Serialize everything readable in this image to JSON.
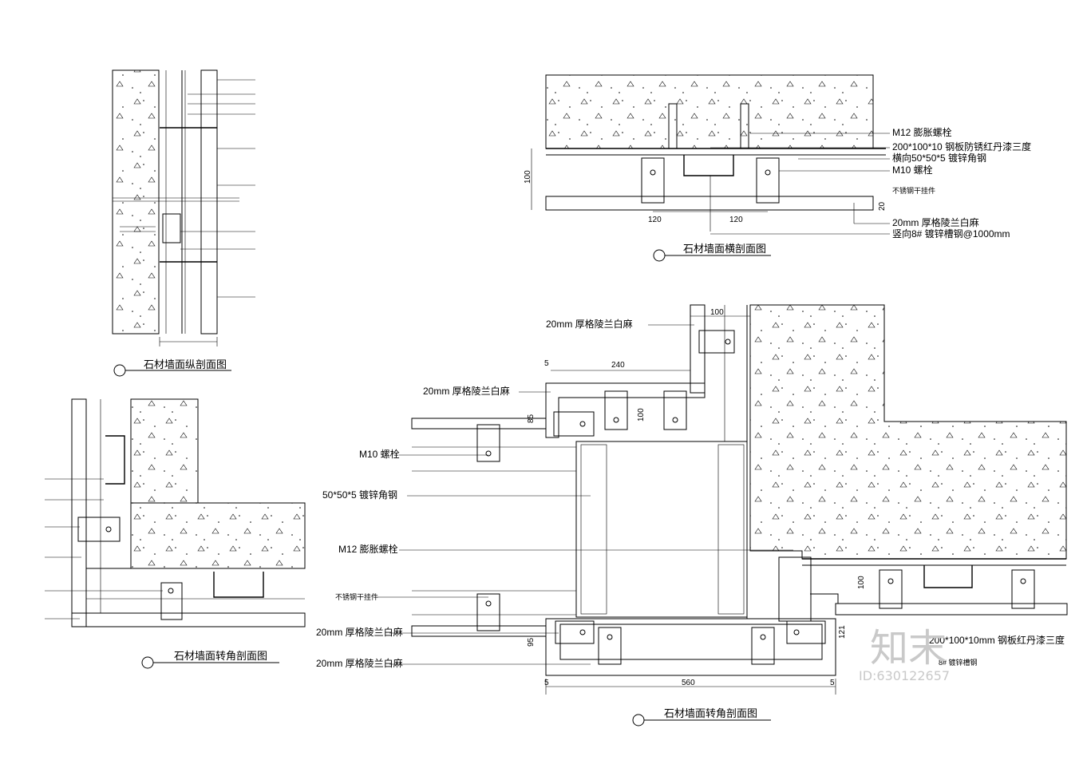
{
  "drawings": {
    "top_left": {
      "title": "石材墙面纵剖面图",
      "notes": [
        "",
        "",
        "",
        "",
        "",
        "",
        "",
        "",
        ""
      ]
    },
    "top_right": {
      "title": "石材墙面横剖面图",
      "labels": [
        "M12 膨胀螺栓",
        "200*100*10 钢板防锈红丹漆三度",
        "横向50*50*5 镀锌角钢",
        "M10 螺栓",
        "不锈钢干挂件",
        "20mm 厚格陵兰白麻",
        "竖向8# 镀锌槽钢@1000mm"
      ],
      "dims": [
        "100",
        "120",
        "120",
        "20"
      ]
    },
    "bottom_left": {
      "title": "石材墙面转角剖面图",
      "notes": [
        "",
        "",
        "",
        "",
        "",
        ""
      ]
    },
    "bottom_right": {
      "title": "石材墙面转角剖面图",
      "labels": [
        "20mm 厚格陵兰白麻",
        "20mm 厚格陵兰白麻",
        "M10 螺栓",
        "50*50*5 镀锌角钢",
        "M12 膨胀螺栓",
        "不锈钢干挂件",
        "20mm 厚格陵兰白麻",
        "20mm 厚格陵兰白麻",
        "200*100*10mm 钢板红丹漆三度",
        "8# 镀锌槽钢"
      ],
      "dims": [
        "100",
        "240",
        "100",
        "85",
        "100",
        "95",
        "121",
        "560",
        "5",
        "5",
        "5"
      ]
    }
  },
  "watermark": {
    "logo": "知末",
    "id": "ID:630122657"
  }
}
